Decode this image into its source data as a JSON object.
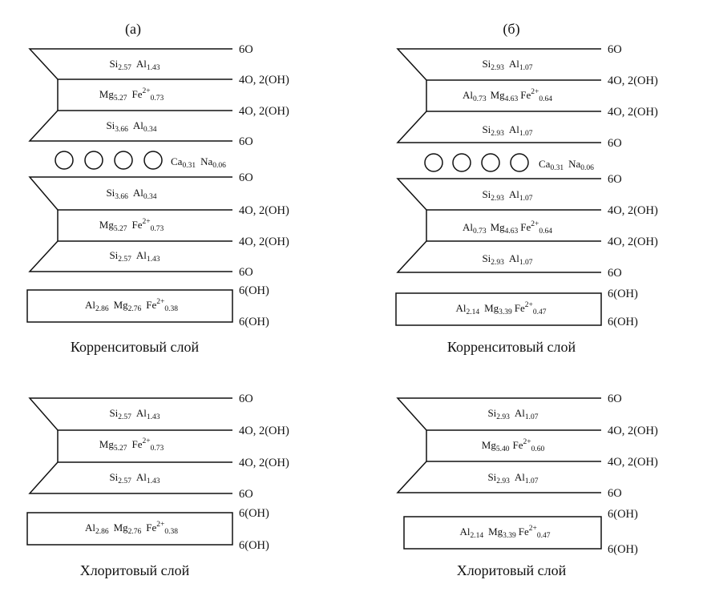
{
  "col_a": {
    "label": "(a)"
  },
  "col_b": {
    "label": "(б)"
  },
  "oxygen": {
    "o6": "6O",
    "o4oh": "4O, 2(OH)",
    "oh6": "6(OH)"
  },
  "a_corr": {
    "t1": {
      "e1": "Si",
      "s1": "2.57",
      "e2": "Al",
      "s2": "1.43"
    },
    "oc": {
      "e1": "Mg",
      "s1": "5.27",
      "e2": "Fe",
      "sup2": "2+",
      "s2": "0.73"
    },
    "t2": {
      "e1": "Si",
      "s1": "3.66",
      "e2": "Al",
      "s2": "0.34"
    },
    "inter": {
      "e1": "Ca",
      "s1": "0.31",
      "e2": "Na",
      "s2": "0.06"
    },
    "t3": {
      "e1": "Si",
      "s1": "3.66",
      "e2": "Al",
      "s2": "0.34"
    },
    "oc2": {
      "e1": "Mg",
      "s1": "5.27",
      "e2": "Fe",
      "sup2": "2+",
      "s2": "0.73"
    },
    "t4": {
      "e1": "Si",
      "s1": "2.57",
      "e2": "Al",
      "s2": "1.43"
    },
    "brucite": {
      "e1": "Al",
      "s1": "2.86",
      "e2": "Mg",
      "s2": "2.76",
      "e3": "Fe",
      "sup3": "2+",
      "s3": "0.38"
    },
    "caption": "Корренситовый слой"
  },
  "b_corr": {
    "t1": {
      "e1": "Si",
      "s1": "2.93",
      "e2": "Al",
      "s2": "1.07"
    },
    "oc": {
      "e1": "Al",
      "s1": "0.73",
      "e2": "Mg",
      "s2": "4.63",
      "e3": "Fe",
      "sup3": "2+",
      "s3": "0.64"
    },
    "t2": {
      "e1": "Si",
      "s1": "2.93",
      "e2": "Al",
      "s2": "1.07"
    },
    "inter": {
      "e1": "Ca",
      "s1": "0.31",
      "e2": "Na",
      "s2": "0.06"
    },
    "t3": {
      "e1": "Si",
      "s1": "2.93",
      "e2": "Al",
      "s2": "1.07"
    },
    "oc2": {
      "e1": "Al",
      "s1": "0.73",
      "e2": "Mg",
      "s2": "4.63",
      "e3": "Fe",
      "sup3": "2+",
      "s3": "0.64"
    },
    "t4": {
      "e1": "Si",
      "s1": "2.93",
      "e2": "Al",
      "s2": "1.07"
    },
    "brucite": {
      "e1": "Al",
      "s1": "2.14",
      "e2": "Mg",
      "s2": "3.39",
      "e3": "Fe",
      "sup3": "2+",
      "s3": "0.47"
    },
    "caption": "Корренситовый слой"
  },
  "a_chl": {
    "t1": {
      "e1": "Si",
      "s1": "2.57",
      "e2": "Al",
      "s2": "1.43"
    },
    "oc": {
      "e1": "Mg",
      "s1": "5.27",
      "e2": "Fe",
      "sup2": "2+",
      "s2": "0.73"
    },
    "t2": {
      "e1": "Si",
      "s1": "2.57",
      "e2": "Al",
      "s2": "1.43"
    },
    "brucite": {
      "e1": "Al",
      "s1": "2.86",
      "e2": "Mg",
      "s2": "2.76",
      "e3": "Fe",
      "sup3": "2+",
      "s3": "0.38"
    },
    "caption": "Хлоритовый слой"
  },
  "b_chl": {
    "t1": {
      "e1": "Si",
      "s1": "2.93",
      "e2": "Al",
      "s2": "1.07"
    },
    "oc": {
      "e1": "Mg",
      "s1": "5.40",
      "e2": "Fe",
      "sup2": "2+",
      "s2": "0.60"
    },
    "t2": {
      "e1": "Si",
      "s1": "2.93",
      "e2": "Al",
      "s2": "1.07"
    },
    "brucite": {
      "e1": "Al",
      "s1": "2.14",
      "e2": "Mg",
      "s2": "3.39",
      "e3": "Fe",
      "sup3": "2+",
      "s3": "0.47"
    },
    "caption": "Хлоритовый слой"
  }
}
